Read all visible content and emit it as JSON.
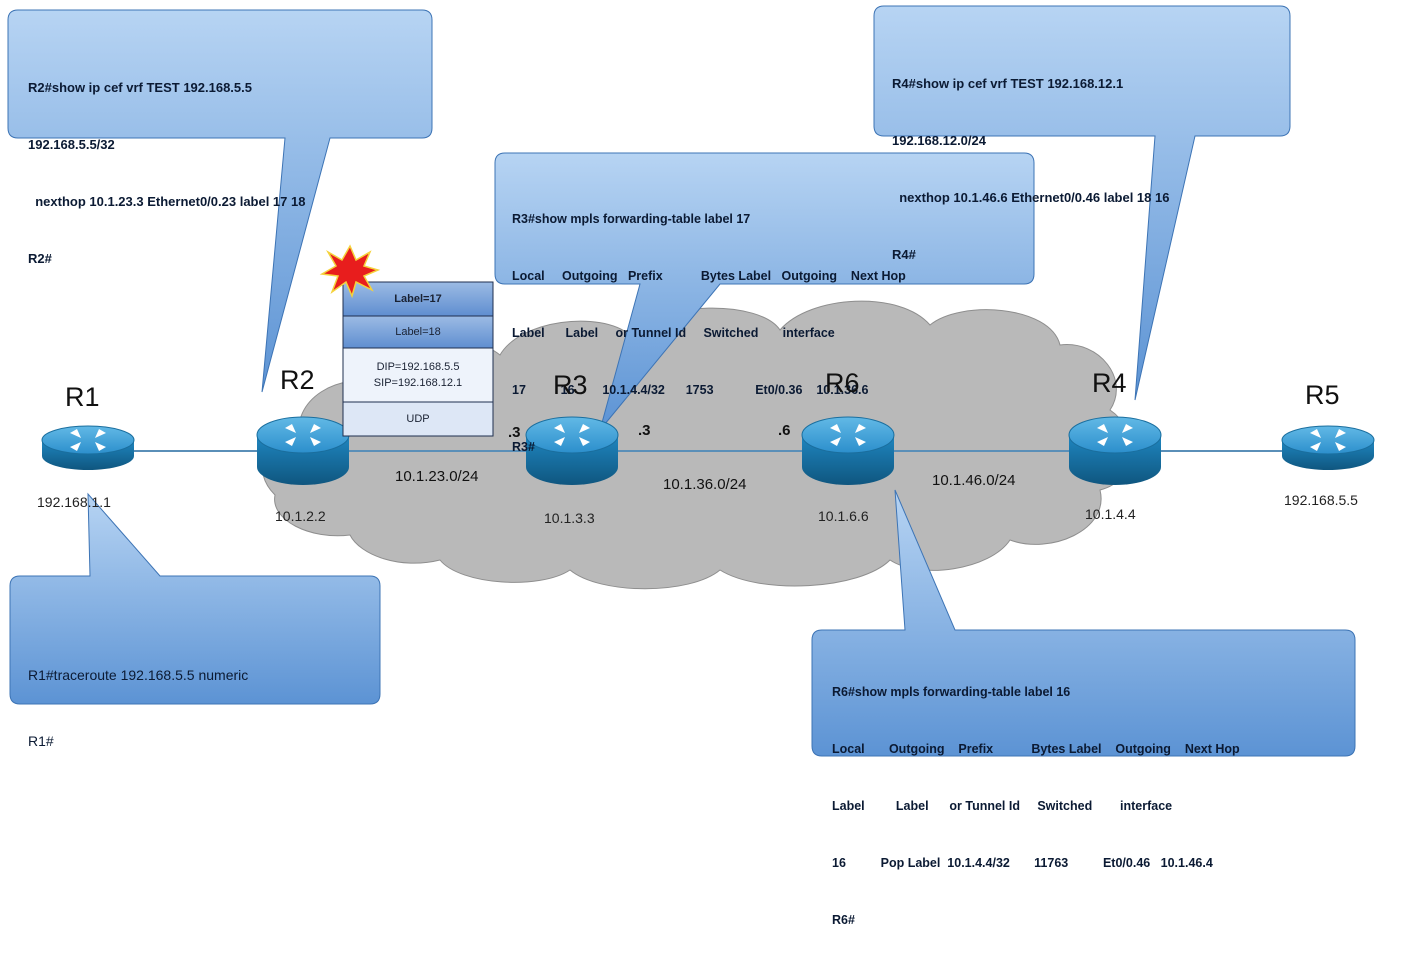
{
  "callouts": {
    "r2": {
      "lines": [
        "R2#show ip cef vrf TEST 192.168.5.5",
        "192.168.5.5/32",
        "  nexthop 10.1.23.3 Ethernet0/0.23 label 17 18",
        "R2#"
      ]
    },
    "r4": {
      "lines": [
        "R4#show ip cef vrf TEST 192.168.12.1",
        "192.168.12.0/24",
        "  nexthop 10.1.46.6 Ethernet0/0.46 label 18 16",
        "R4#"
      ]
    },
    "r3": {
      "lines": [
        "R3#show mpls forwarding-table label 17",
        "Local     Outgoing   Prefix           Bytes Label   Outgoing    Next Hop",
        "Label      Label     or Tunnel Id     Switched       interface",
        "17          16        10.1.4.4/32      1753            Et0/0.36    10.1.36.6",
        "R3#"
      ]
    },
    "r6": {
      "lines": [
        "R6#show mpls forwarding-table label 16",
        "Local       Outgoing    Prefix           Bytes Label    Outgoing    Next Hop",
        "Label         Label      or Tunnel Id     Switched        interface",
        "16          Pop Label  10.1.4.4/32       11763          Et0/0.46   10.1.46.4",
        "R6#"
      ]
    },
    "r1": {
      "lines": [
        "R1#traceroute 192.168.5.5 numeric",
        "R1#"
      ]
    }
  },
  "packet": {
    "label_top": "Label=17",
    "label_inner": "Label=18",
    "dip": "DIP=192.168.5.5",
    "sip": "SIP=192.168.12.1",
    "proto": "UDP"
  },
  "routers": {
    "r1": {
      "name": "R1",
      "ip": "192.168.1.1"
    },
    "r2": {
      "name": "R2",
      "ip": "10.1.2.2"
    },
    "r3": {
      "name": "R3",
      "ip": "10.1.3.3"
    },
    "r6": {
      "name": "R6",
      "ip": "10.1.6.6"
    },
    "r4": {
      "name": "R4",
      "ip": "10.1.4.4"
    },
    "r5": {
      "name": "R5",
      "ip": "192.168.5.5"
    }
  },
  "links": {
    "r2_r3": {
      "subnet": "10.1.23.0/24"
    },
    "r3_r6": {
      "subnet": "10.1.36.0/24"
    },
    "r6_r4": {
      "subnet": "10.1.46.0/24"
    }
  },
  "suffixes": {
    "r3_left": ".3",
    "r3_right": ".3",
    "r6_left": ".6"
  },
  "colors": {
    "callout_top": "#a9cbf0",
    "callout_bottom": "#5b93d6",
    "cloud": "#b9b9b9",
    "router_top": "#3aa0d8",
    "router_side": "#1a6e9e",
    "link": "#5a8fb8"
  }
}
